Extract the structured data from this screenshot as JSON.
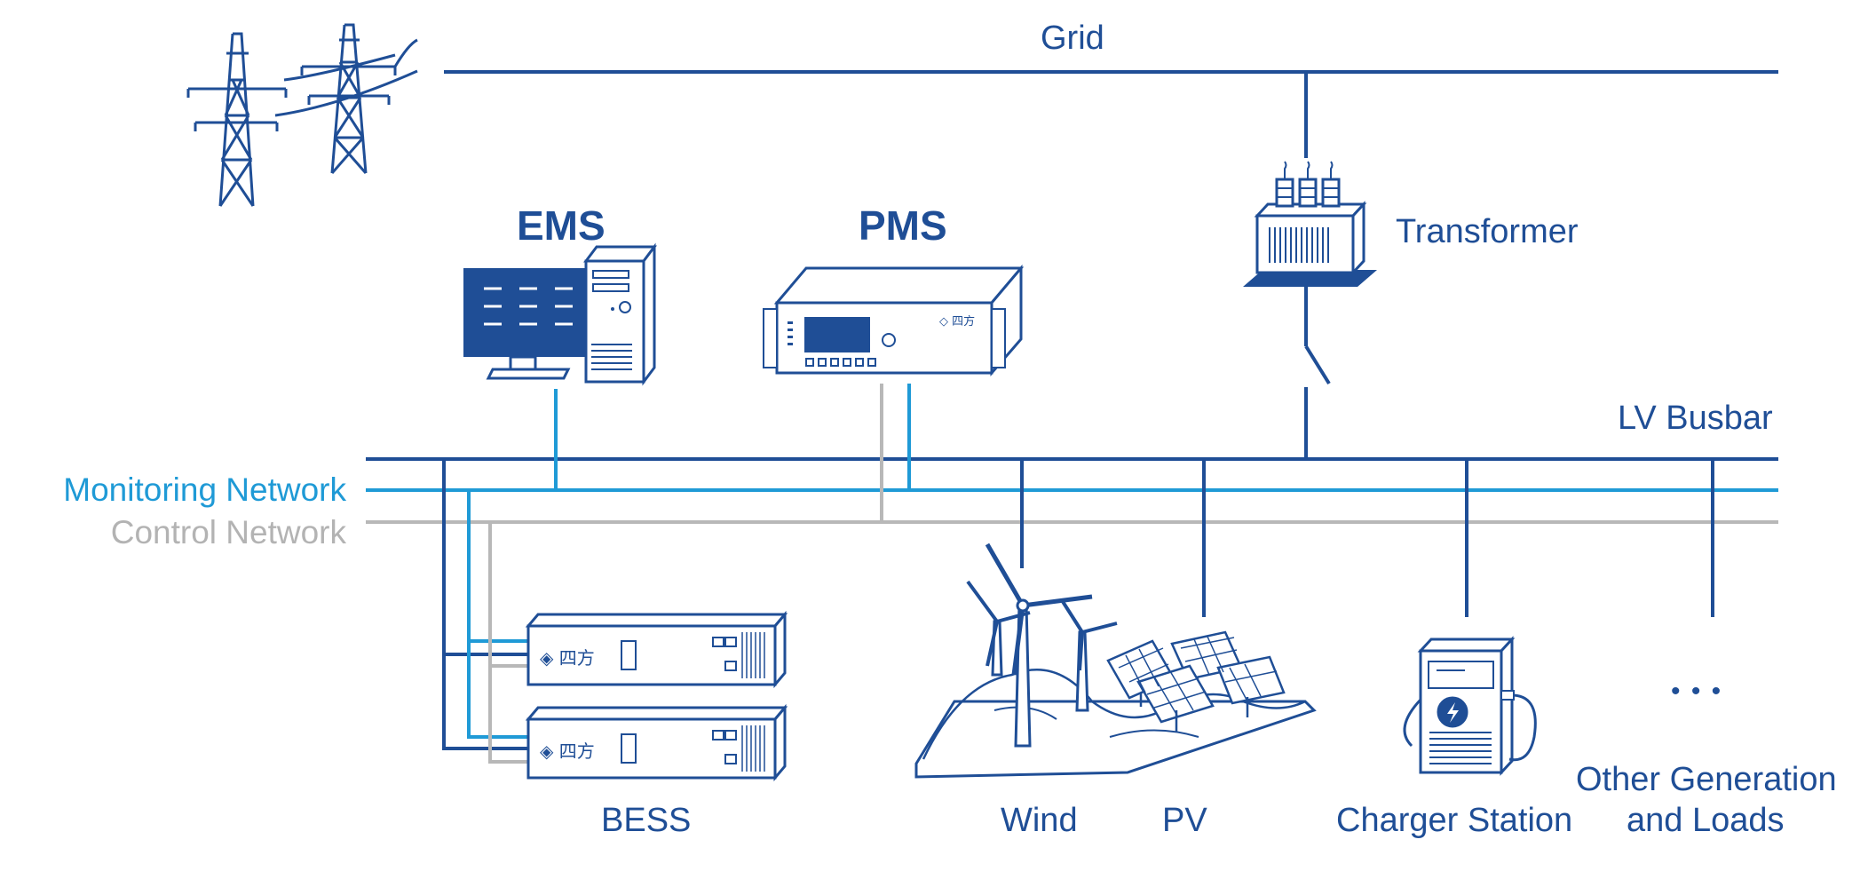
{
  "labels": {
    "grid": "Grid",
    "ems": "EMS",
    "pms": "PMS",
    "transformer": "Transformer",
    "lv_busbar": "LV Busbar",
    "monitoring_network": "Monitoring Network",
    "control_network": "Control Network",
    "bess": "BESS",
    "wind": "Wind",
    "pv": "PV",
    "charger_station": "Charger Station",
    "other_line1": "Other Generation",
    "other_line2": "and Loads",
    "ellipsis": "• • •",
    "brand_mark": "四方"
  },
  "colors": {
    "primary": "#1f4e96",
    "monitoring": "#1f9ad6",
    "control": "#b8b8b8",
    "fill_light": "#ffffff"
  },
  "icons": [
    "transmission-tower-icon",
    "ems-computer-icon",
    "pms-controller-icon",
    "transformer-icon",
    "bess-cabinet-icon",
    "wind-turbine-icon",
    "solar-panel-icon",
    "charger-station-icon"
  ]
}
